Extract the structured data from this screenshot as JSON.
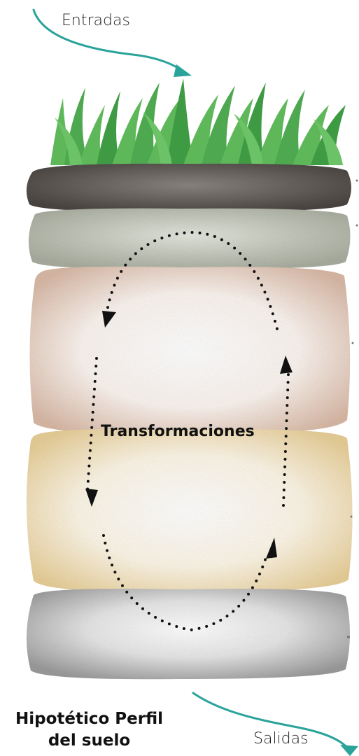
{
  "labels": {
    "inputs": "Entradas",
    "outputs": "Salidas",
    "center": "Transformaciones"
  },
  "title": {
    "line1": "Hipotético Perfil",
    "line2": "del suelo"
  },
  "colors": {
    "arrow": "#2aa39b",
    "grass": "#5eb85a",
    "grass_dark": "#3f9a44",
    "layer_topsoil": "#5d5853",
    "layer_subsoil": "#c8ccc0",
    "layer_pink": "#e9d3c5",
    "layer_yellow": "#f4e5c2",
    "layer_bottom": "#c9c9c9",
    "dots": "#111111"
  }
}
